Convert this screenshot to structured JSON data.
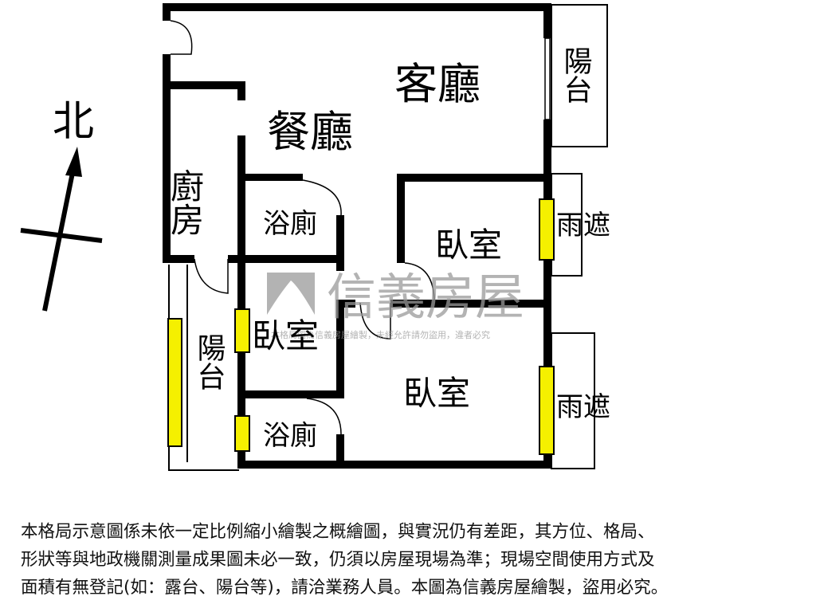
{
  "compass": {
    "north_label": "北"
  },
  "rooms": {
    "living_room": "客廳",
    "dining_room": "餐廳",
    "kitchen": "廚房",
    "bathroom_1": "浴廁",
    "bathroom_2": "浴廁",
    "bedroom_1": "臥室",
    "bedroom_2": "臥室",
    "bedroom_3": "臥室",
    "balcony_1": "陽台",
    "balcony_2": "陽台",
    "awning_1": "雨遮",
    "awning_2": "雨遮"
  },
  "watermark": {
    "brand": "信義房屋",
    "notice": "本格局圖為信義房屋繪製，未經允許請勿盜用，違者必究"
  },
  "disclaimer": {
    "lines": [
      "本格局示意圖係未依一定比例縮小繪製之概繪圖，與實況仍有差距，其方位、格局、",
      "形狀等與地政機關測量成果圖未必一致，仍須以房屋現場為準；現場空間使用方式及",
      "面積有無登記(如：露台、陽台等)，請洽業務人員。本圖為信義房屋繪製，盜用必究。"
    ]
  },
  "colors": {
    "wall": "#000000",
    "window": "#f5f000",
    "watermark": "#9a9a9a"
  }
}
